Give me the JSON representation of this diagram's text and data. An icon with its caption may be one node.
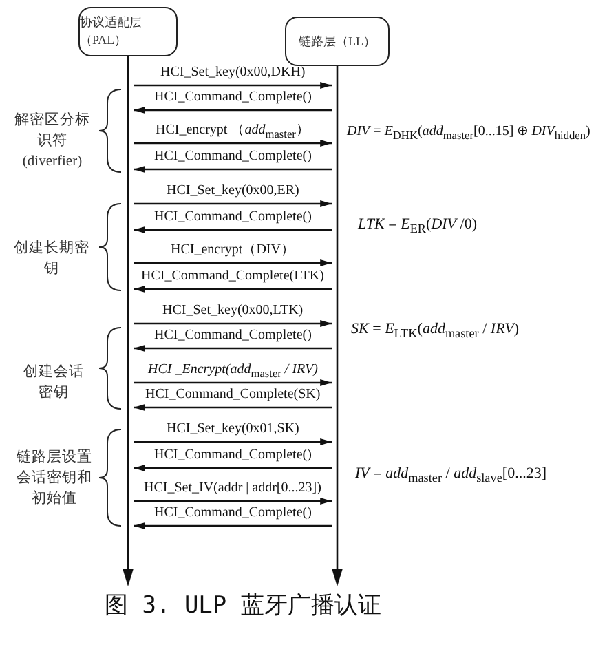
{
  "diagram": {
    "caption": "图 3. ULP 蓝牙广播认证",
    "nodes": [
      {
        "text": [
          "协议适配层（PAL）"
        ]
      },
      {
        "text": [
          "链路层（LL）"
        ]
      },
      {
        "text": [],
        "shape": "line"
      },
      {
        "text": [],
        "shape": "line"
      }
    ],
    "edges": [
      {
        "from": 2,
        "to": 3,
        "arrow": "to",
        "label": "HCI_Set_key(0x00,DKH)"
      },
      {
        "from": 3,
        "to": 2,
        "arrow": "to",
        "label": "HCI_Command_Complete()"
      },
      {
        "from": 2,
        "to": 3,
        "arrow": "to",
        "label": "HCI_encrypt （*add*$_{master}$）"
      },
      {
        "from": 3,
        "to": 2,
        "arrow": "to",
        "label": "HCI_Command_Complete()"
      },
      {
        "from": 2,
        "to": 3,
        "arrow": "to",
        "label": "HCI_Set_key(0x00,ER)"
      },
      {
        "from": 3,
        "to": 2,
        "arrow": "to",
        "label": "HCI_Command_Complete()"
      },
      {
        "from": 2,
        "to": 3,
        "arrow": "to",
        "label": "HCI_encrypt（DIV）"
      },
      {
        "from": 3,
        "to": 2,
        "arrow": "to",
        "label": "HCI_Command_Complete(LTK)"
      },
      {
        "from": 2,
        "to": 3,
        "arrow": "to",
        "label": "HCI_Set_key(0x00,LTK)"
      },
      {
        "from": 3,
        "to": 2,
        "arrow": "to",
        "label": "HCI_Command_Complete()"
      },
      {
        "from": 2,
        "to": 3,
        "arrow": "to",
        "label": "*HCI _Encrypt(add*$_{master}$ */ IRV)*"
      },
      {
        "from": 3,
        "to": 2,
        "arrow": "to",
        "label": "HCI_Command_Complete(SK)"
      },
      {
        "from": 2,
        "to": 3,
        "arrow": "to",
        "label": "HCI_Set_key(0x01,SK)"
      },
      {
        "from": 3,
        "to": 2,
        "arrow": "to",
        "label": "HCI_Command_Complete()"
      },
      {
        "from": 2,
        "to": 3,
        "arrow": "to",
        "label": "HCI_Set_IV(addr | addr[0...23])"
      },
      {
        "from": 3,
        "to": 2,
        "arrow": "to",
        "label": "HCI_Command_Complete()"
      }
    ],
    "labels": [
      "解密区分标识符(diverfier)",
      "*DIV* = *E*$_{DHK}$(*add*$_{master}$[0...15] ⊕ *DIV*$_{hidden}$)",
      "创建长期密钥",
      "*LTK* = *E*$_{ER}$(*DIV* /0)",
      "创建会话密钥",
      "*SK* = *E*$_{LTK}$(*add*$_{master}$ / *IRV*)",
      "链路层设置会话密钥和初始值",
      "*IV* = *add*$_{master}$ / *add*$_{slave}$[0...23]"
    ]
  }
}
